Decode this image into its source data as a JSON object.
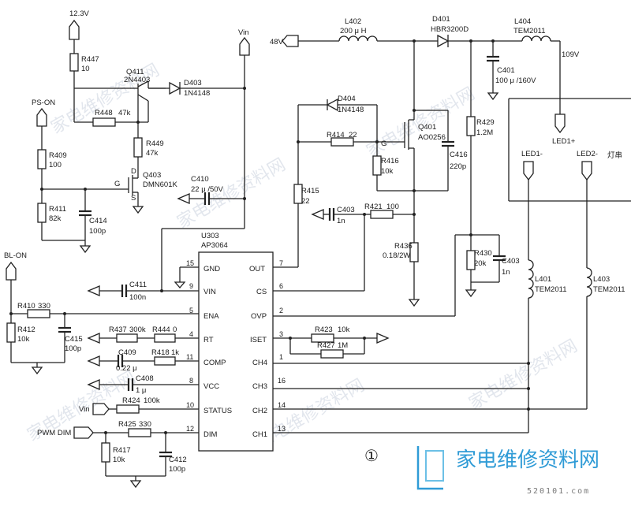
{
  "rails": {
    "v12": "12.3V",
    "vin_top": "Vin",
    "vin_tr": "Vin",
    "ps_on": "PS-ON",
    "bl_on": "BL-ON",
    "v48": "48V",
    "v109": "109V",
    "vin_status": "Vin",
    "pwm_dim": "PWM DIM"
  },
  "ic": {
    "ref": "U303",
    "part": "AP3064",
    "left_pins": [
      {
        "num": "15",
        "name": "GND"
      },
      {
        "num": "9",
        "name": "VIN"
      },
      {
        "num": "5",
        "name": "ENA"
      },
      {
        "num": "4",
        "name": "RT"
      },
      {
        "num": "11",
        "name": "COMP"
      },
      {
        "num": "8",
        "name": "VCC"
      },
      {
        "num": "10",
        "name": "STATUS"
      },
      {
        "num": "12",
        "name": "DIM"
      }
    ],
    "right_pins": [
      {
        "num": "7",
        "name": "OUT"
      },
      {
        "num": "6",
        "name": "CS"
      },
      {
        "num": "2",
        "name": "OVP"
      },
      {
        "num": "3",
        "name": "ISET"
      },
      {
        "num": "1",
        "name": "CH4"
      },
      {
        "num": "16",
        "name": "CH3"
      },
      {
        "num": "14",
        "name": "CH2"
      },
      {
        "num": "13",
        "name": "CH1"
      }
    ]
  },
  "components": {
    "R447": {
      "ref": "R447",
      "value": "10"
    },
    "Q411": {
      "ref": "Q411",
      "value": "2N4403"
    },
    "D403": {
      "ref": "D403",
      "value": "1N4148"
    },
    "R448": {
      "ref": "R448",
      "value": "47k"
    },
    "R449": {
      "ref": "R449",
      "value": "47k"
    },
    "R409": {
      "ref": "R409",
      "value": "100"
    },
    "Q403": {
      "ref": "Q403",
      "value": "DMN601K"
    },
    "R411": {
      "ref": "R411",
      "value": "82k"
    },
    "C414": {
      "ref": "C414",
      "value": "100p"
    },
    "C410": {
      "ref": "C410",
      "value": "22 μ /50V"
    },
    "C411": {
      "ref": "C411",
      "value": "100n"
    },
    "R410": {
      "ref": "R410",
      "value": "330"
    },
    "R412": {
      "ref": "R412",
      "value": "10k"
    },
    "C415": {
      "ref": "C415",
      "value": "100p"
    },
    "R437": {
      "ref": "R437",
      "value": "300k"
    },
    "R444": {
      "ref": "R444",
      "value": "0"
    },
    "C409": {
      "ref": "C409",
      "value": "0.22 μ"
    },
    "R418": {
      "ref": "R418",
      "value": "1k"
    },
    "C408": {
      "ref": "C408",
      "value": "1 μ"
    },
    "R424": {
      "ref": "R424",
      "value": "100k"
    },
    "R425": {
      "ref": "R425",
      "value": "330"
    },
    "R417": {
      "ref": "R417",
      "value": "10k"
    },
    "C412": {
      "ref": "C412",
      "value": "100p"
    },
    "L402": {
      "ref": "L402",
      "value": "200 μ H"
    },
    "D401": {
      "ref": "D401",
      "value": "HBR3200D"
    },
    "L404": {
      "ref": "L404",
      "value": "TEM2011"
    },
    "C401": {
      "ref": "C401",
      "value": "100 μ /160V"
    },
    "D404": {
      "ref": "D404",
      "value": "1N4148"
    },
    "Q401": {
      "ref": "Q401",
      "value": "AO0256"
    },
    "R414": {
      "ref": "R414",
      "value": "22"
    },
    "R416": {
      "ref": "R416",
      "value": "10k"
    },
    "C416": {
      "ref": "C416",
      "value": "220p"
    },
    "R429": {
      "ref": "R429",
      "value": "1.2M"
    },
    "R415": {
      "ref": "R415",
      "value": "22"
    },
    "C403a": {
      "ref": "C403",
      "value": "1n"
    },
    "R421": {
      "ref": "R421",
      "value": "100"
    },
    "R436": {
      "ref": "R436",
      "value": "0.18/2W"
    },
    "R430": {
      "ref": "R430",
      "value": "20k"
    },
    "C403b": {
      "ref": "C403",
      "value": "1n"
    },
    "R423": {
      "ref": "R423",
      "value": "10k"
    },
    "R427": {
      "ref": "R427",
      "value": "1M"
    },
    "L401": {
      "ref": "L401",
      "value": "TEM2011"
    },
    "L403": {
      "ref": "L403",
      "value": "TEM2011"
    }
  },
  "misc": {
    "led1p": "LED1+",
    "led1m": "LED1-",
    "led2m": "LED2-",
    "lamp": "灯串",
    "circle_num": "①",
    "g": "G",
    "s": "S",
    "d": "D"
  },
  "logo": {
    "text": "家电维修资料网",
    "url": "520101.com"
  }
}
